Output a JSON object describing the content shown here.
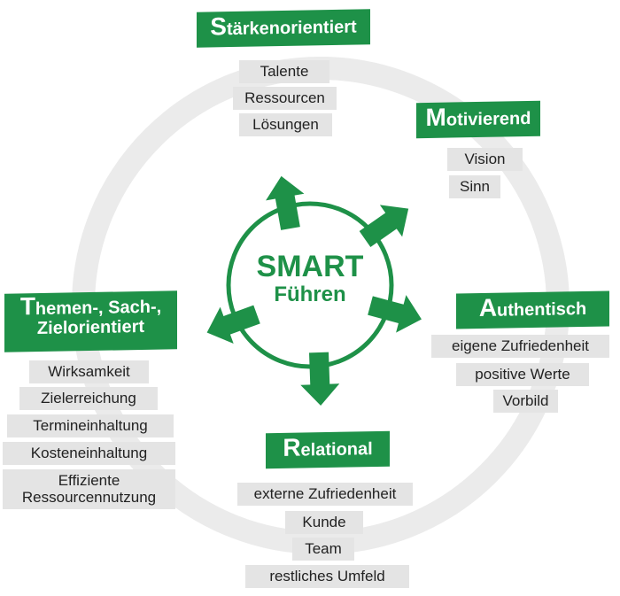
{
  "center": {
    "title": "SMART",
    "subtitle": "Führen"
  },
  "colors": {
    "green": "#1e9148",
    "item_bg": "#e4e4e4",
    "ring": "#ebebeb"
  },
  "sections": [
    {
      "first": "S",
      "rest": "tärkenorientiert",
      "items": [
        "Talente",
        "Ressourcen",
        "Lösungen"
      ]
    },
    {
      "first": "M",
      "rest": "otivierend",
      "items": [
        "Vision",
        "Sinn"
      ]
    },
    {
      "first": "A",
      "rest": "uthentisch",
      "items": [
        "eigene Zufriedenheit",
        "positive Werte",
        "Vorbild"
      ]
    },
    {
      "first": "R",
      "rest": "elational",
      "items": [
        "externe Zufriedenheit",
        "Kunde",
        "Team",
        "restliches Umfeld"
      ]
    },
    {
      "first": "T",
      "rest": "hemen-, Sach-,",
      "line2": "Zielorientiert",
      "items": [
        "Wirksamkeit",
        "Zielerreichung",
        "Termineinhaltung",
        "Kosteneinhaltung",
        "Effiziente",
        "Ressourcennutzung"
      ]
    }
  ]
}
